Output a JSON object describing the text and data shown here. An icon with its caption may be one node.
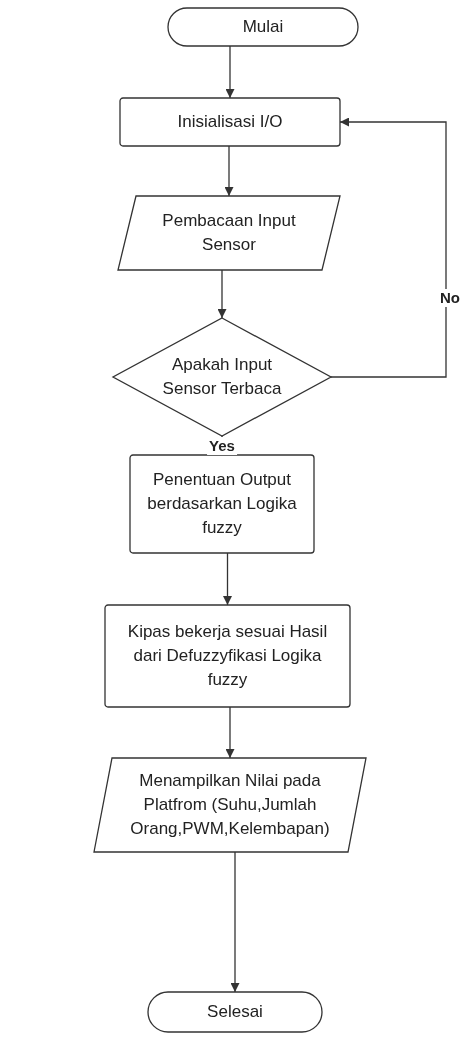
{
  "diagram": {
    "nodes": [
      {
        "text": [
          "Mulai"
        ]
      },
      {
        "text": [
          "Inisialisasi I/O"
        ]
      },
      {
        "text": [
          "Pembacaan Input Sensor"
        ]
      },
      {
        "text": [
          "Apakah Input Sensor Terbaca"
        ]
      },
      {
        "text": [
          "Penentuan Output berdasarkan Logika fuzzy"
        ]
      },
      {
        "text": [
          "Kipas bekerja sesuai  Hasil dari Defuzzyfikasi Logika fuzzy"
        ]
      },
      {
        "text": [
          "Menampilkan Nilai pada Platfrom (Suhu,Jumlah Orang,PWM,Kelembapan)"
        ]
      },
      {
        "text": [
          "Selesai"
        ]
      }
    ],
    "edges": [
      {
        "from": 0,
        "to": 1,
        "arrow": "to"
      },
      {
        "from": 1,
        "to": 2,
        "arrow": "to"
      },
      {
        "from": 2,
        "to": 3,
        "arrow": "to"
      },
      {
        "from": 3,
        "to": 1,
        "arrow": "to",
        "label": "No"
      },
      {
        "from": 3,
        "to": 4,
        "arrow": "to",
        "label": "Yes"
      },
      {
        "from": 4,
        "to": 5,
        "arrow": "to"
      },
      {
        "from": 5,
        "to": 6,
        "arrow": "to"
      },
      {
        "from": 6,
        "to": 7,
        "arrow": "to"
      }
    ]
  }
}
